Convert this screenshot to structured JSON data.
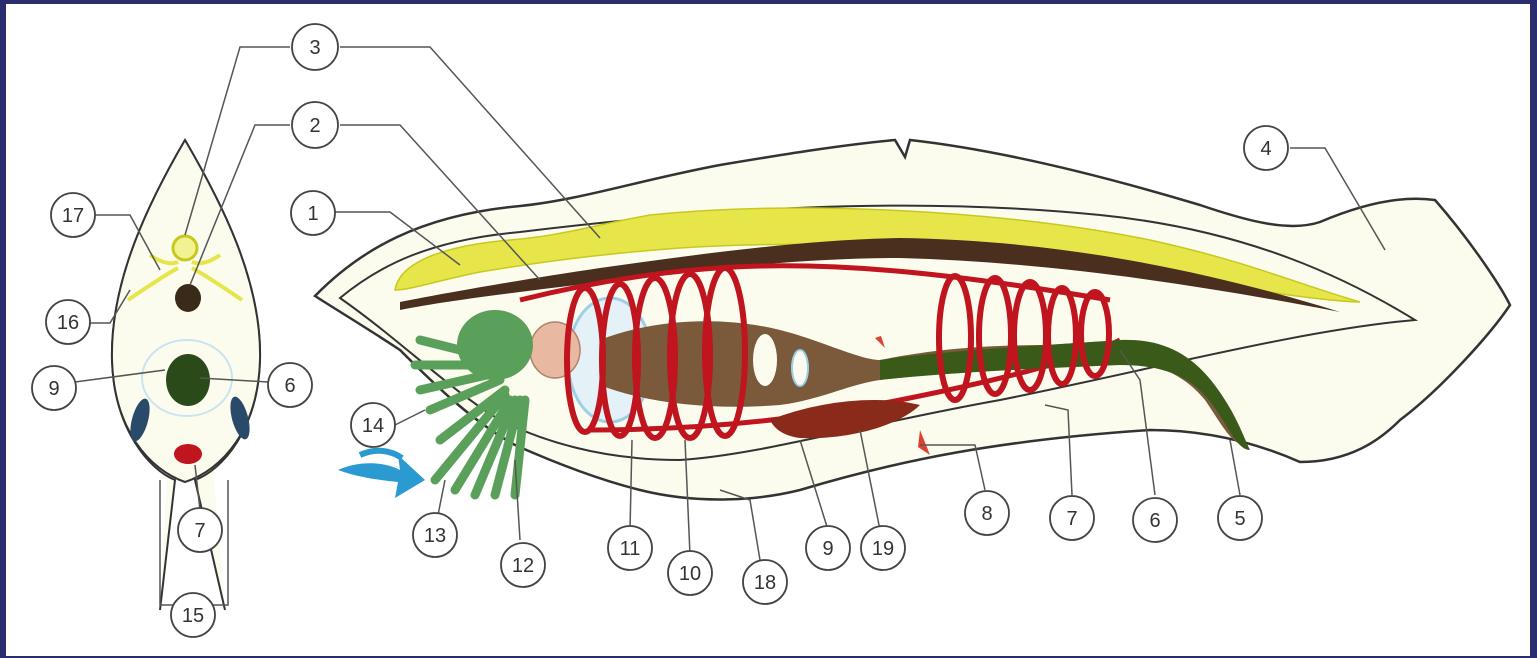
{
  "diagram": {
    "labels": [
      "1",
      "2",
      "3",
      "4",
      "5",
      "6",
      "7",
      "8",
      "9",
      "10",
      "11",
      "12",
      "13",
      "14",
      "15",
      "16",
      "17",
      "18",
      "19"
    ],
    "cross_section_labels": [
      "3",
      "2",
      "17",
      "16",
      "9",
      "6",
      "7",
      "15"
    ]
  },
  "colors": {
    "background_frame": "#2a2d6e",
    "body_fill": "#fbfbee",
    "nerve_cord": "#e6e64a",
    "notochord": "#4a2e1e",
    "vessels": "#c0141e",
    "gut": "#7a5a3a",
    "liver": "#8a2a1a",
    "tentacles": "#5aa05a",
    "water_flow": "#2a9ad0",
    "pharynx_lining": "#9ad0e8"
  }
}
